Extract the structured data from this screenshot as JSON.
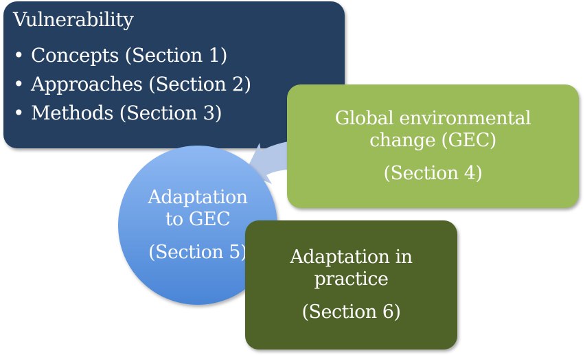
{
  "vulnerability": {
    "title": "Vulnerability",
    "items": [
      {
        "bullet": "•",
        "label": "Concepts (Section 1)"
      },
      {
        "bullet": "•",
        "label": "Approaches (Section 2)"
      },
      {
        "bullet": "•",
        "label": "Methods (Section 3)"
      }
    ],
    "color": "#253f60"
  },
  "gec": {
    "label_line1": "Global environmental",
    "label_line2": "change (GEC)",
    "section": "(Section 4)",
    "color": "#9bbb59"
  },
  "adaptation_gec": {
    "label_line1": "Adaptation",
    "label_line2": "to GEC",
    "section": "(Section 5)",
    "color": "#6c9fe4"
  },
  "practice": {
    "label_line1": "Adaptation in",
    "label_line2": "practice",
    "section": "(Section 6)",
    "color": "#4f6228"
  },
  "arrow": {
    "from": "gec",
    "to": "adaptation_gec",
    "color": "#b4c7e7"
  }
}
